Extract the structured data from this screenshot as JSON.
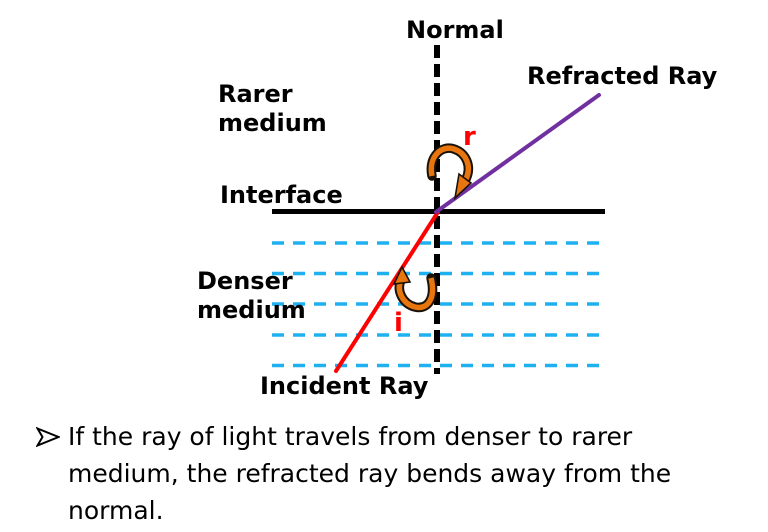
{
  "diagram": {
    "labels": {
      "normal": "Normal",
      "refracted_ray": "Refracted Ray",
      "rarer_line1": "Rarer",
      "rarer_line2": "medium",
      "interface": "Interface",
      "denser_line1": "Denser",
      "denser_line2": "medium",
      "incident_ray": "Incident Ray",
      "angle_r": "r",
      "angle_i": "i"
    },
    "colors": {
      "incident_ray": "#FF0000",
      "refracted_ray": "#7030A0",
      "normal_line": "#000000",
      "interface_line": "#000000",
      "medium_lines": "#1FB0F0",
      "angle_arrow": "#E8760F",
      "angle_label": "#FF0000"
    }
  },
  "note": {
    "bullet_icon": "➢",
    "line1": "If the ray of light travels from denser to rarer",
    "line2": "medium, the refracted ray bends away from the",
    "line3": "normal."
  }
}
